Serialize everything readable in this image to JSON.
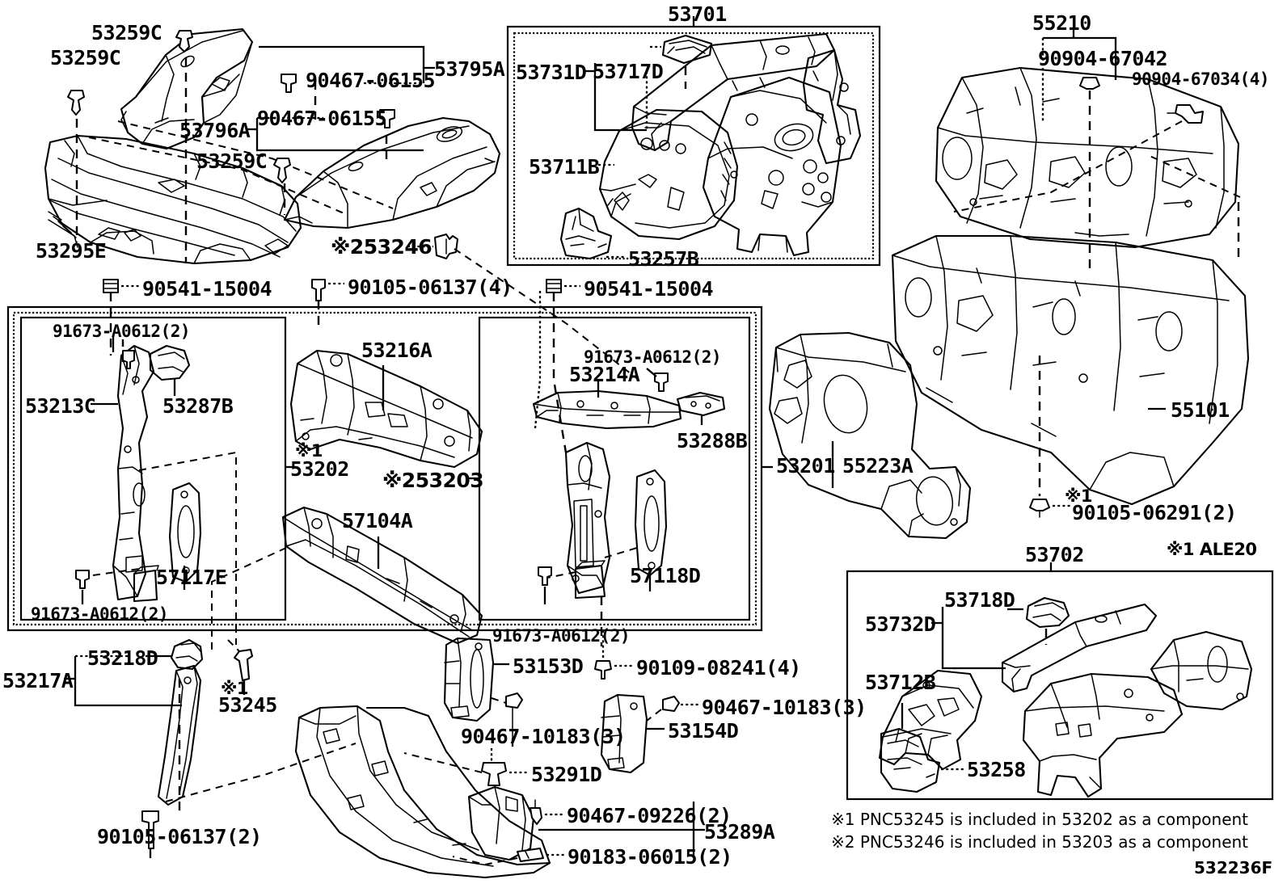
{
  "diagram": {
    "drawing_number": "532236F",
    "footnotes": [
      "※1 PNC53245 is included in 53202 as a component",
      "※2 PNC53246 is included in 53203 as a component"
    ],
    "note_ale20": "※1 ALE20"
  },
  "labels": {
    "l_53259c_top": "53259C",
    "l_53259c_left": "53259C",
    "l_53795a": "53795A",
    "l_90467_06155_a": "90467-06155",
    "l_90467_06155_b": "90467-06155",
    "l_53796a": "53796A",
    "l_53259c_mid": "53259C",
    "l_53295e": "53295E",
    "l_53246": "※253246",
    "l_90105_06137_4": "90105-06137(4)",
    "l_90541_15004_a": "90541-15004",
    "l_90541_15004_b": "90541-15004",
    "l_53701": "53701",
    "l_53717d": "53717D",
    "l_53731d": "53731D",
    "l_53711b": "53711B",
    "l_53257b": "53257B",
    "l_55210": "55210",
    "l_90904_67042": "90904-67042",
    "l_90904_67034_4": "90904-67034(4)",
    "l_55101": "55101",
    "l_55223a": "55223A",
    "l_53201": "53201",
    "l_90105_06291_2": "90105-06291(2)",
    "l_mark1_a": "※1",
    "l_53702": "53702",
    "l_53718d": "53718D",
    "l_53732d": "53732D",
    "l_53712b": "53712B",
    "l_53258": "53258",
    "l_91673_a0612_2_a": "91673-A0612(2)",
    "l_91673_a0612_2_b": "91673-A0612(2)",
    "l_91673_a0612_2_c": "91673-A0612(2)",
    "l_91673_a0612_2_d": "91673-A0612(2)",
    "l_53213c": "53213C",
    "l_53287b": "53287B",
    "l_57117e": "57117E",
    "l_53216a": "53216A",
    "l_53202": "53202",
    "l_mark1_b": "※1",
    "l_53203": "※253203",
    "l_57104a": "57104A",
    "l_53214a": "53214A",
    "l_53288b": "53288B",
    "l_57118d": "57118D",
    "l_53218d": "53218D",
    "l_53217a": "53217A",
    "l_53245": "53245",
    "l_mark1_c": "※1",
    "l_90105_06137_2": "90105-06137(2)",
    "l_53153d": "53153D",
    "l_90109_08241_4": "90109-08241(4)",
    "l_90467_10183_3_a": "90467-10183(3)",
    "l_90467_10183_3_b": "90467-10183(3)",
    "l_53154d": "53154D",
    "l_53291d": "53291D",
    "l_90467_09226_2": "90467-09226(2)",
    "l_53289a": "53289A",
    "l_90183_06015_2": "90183-06015(2)"
  },
  "parts_list": [
    "53259C",
    "53795A",
    "90467-06155",
    "53796A",
    "53295E",
    "53246",
    "53701",
    "53717D",
    "53731D",
    "53711B",
    "53257B",
    "55210",
    "90904-67042",
    "90904-67034",
    "55101",
    "55223A",
    "53201",
    "90105-06291",
    "53702",
    "53718D",
    "53732D",
    "53712B",
    "53258",
    "91673-A0612",
    "53213C",
    "53287B",
    "57117E",
    "53216A",
    "53202",
    "53203",
    "57104A",
    "53214A",
    "53288B",
    "57118D",
    "53218D",
    "53217A",
    "53245",
    "90105-06137",
    "53153D",
    "90109-08241",
    "90467-10183",
    "53154D",
    "53291D",
    "90467-09226",
    "53289A",
    "90183-06015",
    "90541-15004"
  ],
  "colors": {
    "ink": "#000000",
    "paper": "#ffffff"
  }
}
